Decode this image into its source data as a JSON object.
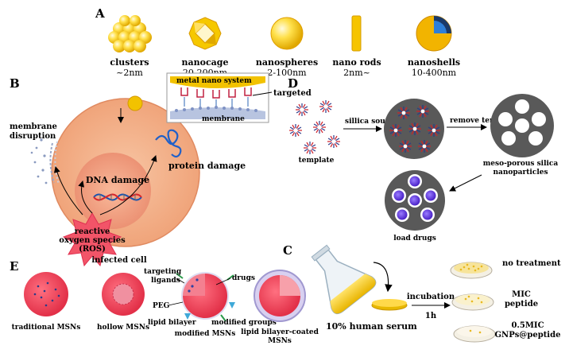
{
  "panel_a": {
    "letter": "A",
    "items": [
      {
        "name": "clusters",
        "size": "~2nm"
      },
      {
        "name": "nanocage",
        "size": "20-200nm"
      },
      {
        "name": "nanospheres",
        "size": "2-100nm"
      },
      {
        "name": "nano rods",
        "size": "2nm~"
      },
      {
        "name": "nanoshells",
        "size": "10-400nm"
      }
    ]
  },
  "panel_b": {
    "letter": "B",
    "inset_title": "metal nano system",
    "targeted": "targeted",
    "membrane": "membrane",
    "membrane_disruption_1": "membrane",
    "membrane_disruption_2": "disruption",
    "dna_damage": "DNA damage",
    "protein_damage": "protein damage",
    "ros_1": "reactive",
    "ros_2": "oxygen species",
    "ros_3": "(ROS)",
    "infected_cell": "infected cell"
  },
  "panel_d": {
    "letter": "D",
    "template": "template",
    "silica_source": "sillica source",
    "remove_template": "remove template",
    "mesoporous_1": "meso-porous silica",
    "mesoporous_2": "nanoparticles",
    "load_drugs": "load drugs"
  },
  "panel_c": {
    "letter": "C",
    "human_serum": "10% human serum",
    "incubation": "incubation",
    "time": "1h",
    "no_treatment": "no treatment",
    "mic_1": "MIC",
    "mic_2": "peptide",
    "half_mic_1": "0.5MIC",
    "half_mic_2": "GNPs@peptide"
  },
  "panel_e": {
    "letter": "E",
    "traditional": "traditional MSNs",
    "hollow": "hollow MSNs",
    "modified": "modified MSNs",
    "lipid_1": "lipid bilayer-coated",
    "lipid_2": "MSNs",
    "targeting_1": "targeting",
    "targeting_2": "ligands",
    "drugs": "drugs",
    "peg": "PEG",
    "lipid_bilayer": "lipid bilayer",
    "modified_groups": "modified groups"
  },
  "colors": {
    "gold": "#f2c200",
    "cell": "#f4b48c",
    "nucleus": "#f0a080",
    "ros": "#f0506a",
    "particle": "#5a5a5a",
    "drug": "#6a3ae0",
    "msn": "#ee4a60"
  }
}
